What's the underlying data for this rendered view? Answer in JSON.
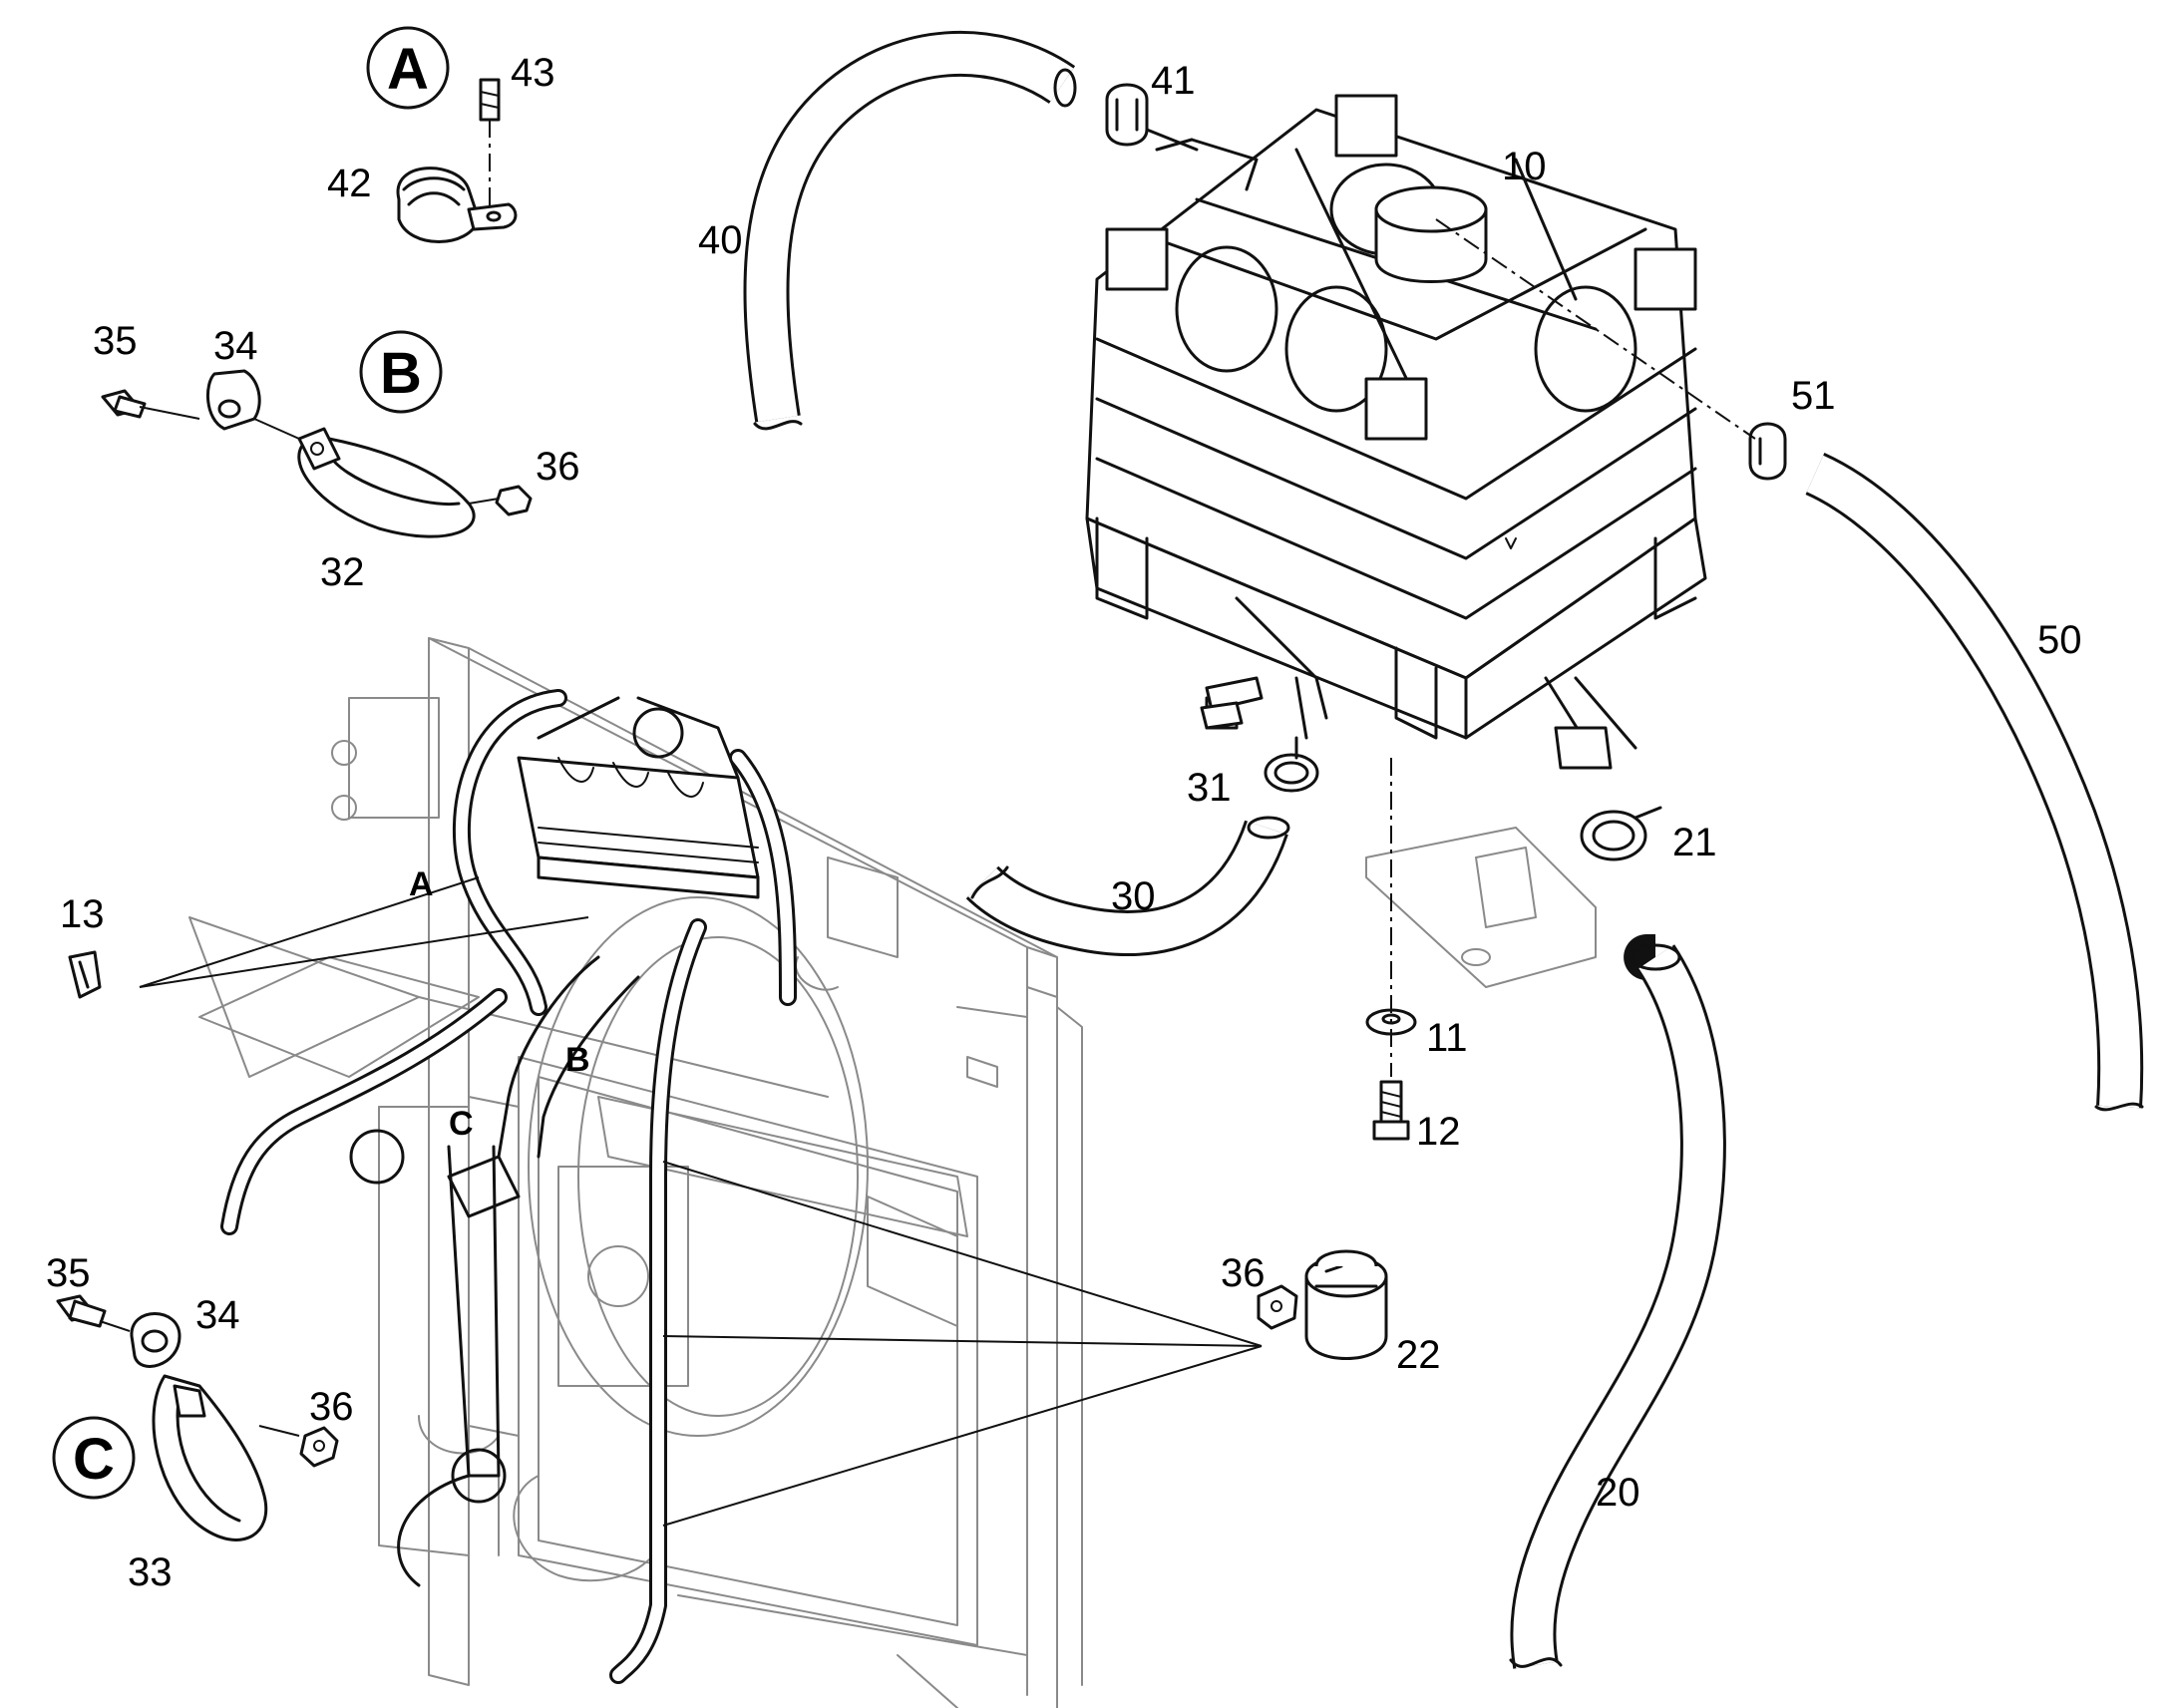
{
  "callouts": {
    "n10": "10",
    "n11": "11",
    "n12": "12",
    "n13": "13",
    "n20": "20",
    "n21": "21",
    "n22": "22",
    "n30": "30",
    "n31": "31",
    "n32": "32",
    "n33": "33",
    "n34a": "34",
    "n34b": "34",
    "n35a": "35",
    "n35b": "35",
    "n36a": "36",
    "n36b": "36",
    "n36c": "36",
    "n40": "40",
    "n41": "41",
    "n42": "42",
    "n43": "43",
    "n50": "50",
    "n51": "51"
  },
  "details": {
    "a": "A",
    "b": "B",
    "c": "C"
  },
  "inline_labels": {
    "a": "A",
    "b": "B",
    "c": "C"
  },
  "colors": {
    "ink": "#111111",
    "background": "#ffffff",
    "assembly_lines": "#8a8a8a"
  }
}
